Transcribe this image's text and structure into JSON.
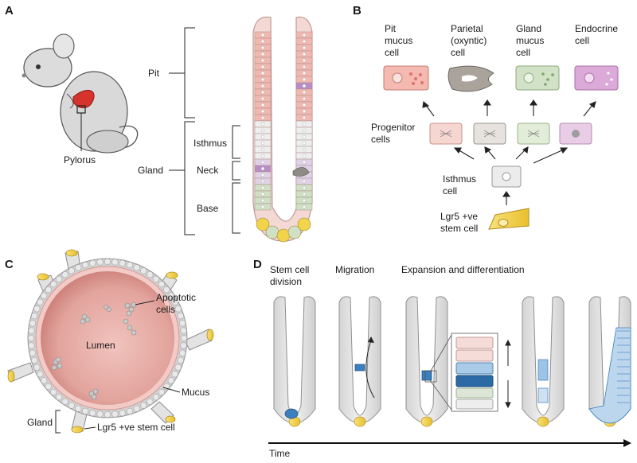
{
  "panels": {
    "a": {
      "letter": "A",
      "pylorus_label": "Pylorus",
      "pit_label": "Pit",
      "gland_label": "Gland",
      "isthmus_label": "Isthmus",
      "neck_label": "Neck",
      "base_label": "Base"
    },
    "b": {
      "letter": "B",
      "cell_types": [
        {
          "line1": "Pit",
          "line2": "mucus",
          "line3": "cell"
        },
        {
          "line1": "Parietal",
          "line2": "(oxyntic)",
          "line3": "cell"
        },
        {
          "line1": "Gland",
          "line2": "mucus",
          "line3": "cell"
        },
        {
          "line1": "Endocrine",
          "line2": "cell",
          "line3": ""
        }
      ],
      "progenitor_line1": "Progenitor",
      "progenitor_line2": "cells",
      "isthmus_line1": "Isthmus",
      "isthmus_line2": "cell",
      "stem_line1": "Lgr5 +ve",
      "stem_line2": "stem cell"
    },
    "c": {
      "letter": "C",
      "lumen_label": "Lumen",
      "apoptotic_line1": "Apoptotic",
      "apoptotic_line2": "cells",
      "mucus_label": "Mucus",
      "gland_label": "Gland",
      "stem_label": "Lgr5 +ve stem cell"
    },
    "d": {
      "letter": "D",
      "stage1_line1": "Stem cell",
      "stage1_line2": "division",
      "stage2_label": "Migration",
      "stage3_label": "Expansion and differentiation",
      "time_label": "Time"
    }
  },
  "colors": {
    "pit_pink": "#f2b8b0",
    "parietal_gray": "#b5b0aa",
    "gland_green": "#cfe0c4",
    "endocrine_purple": "#d8a8d6",
    "stem_yellow": "#f3d34a",
    "lineage_blue": "#3b7fbf",
    "lumen_red": "#d98a84"
  }
}
